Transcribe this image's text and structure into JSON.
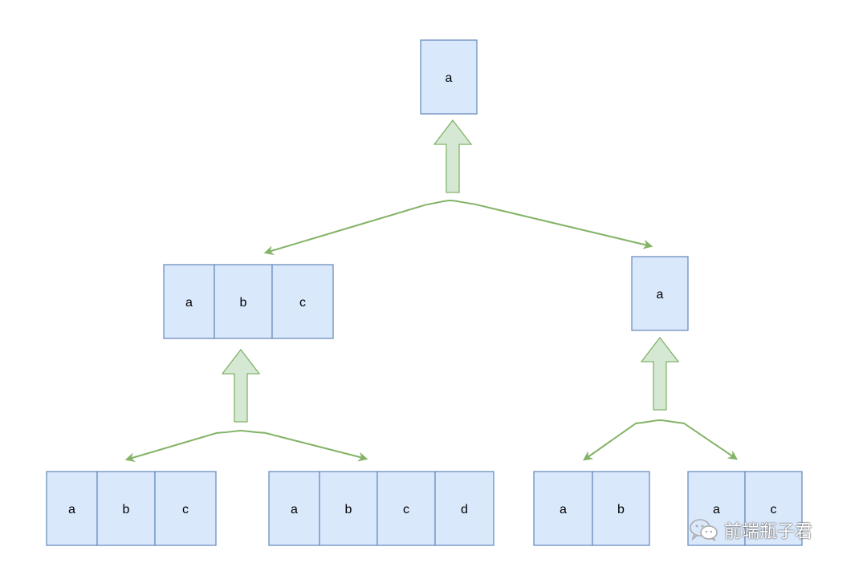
{
  "colors": {
    "box_fill": "#dae8fc",
    "box_stroke": "#6c8ebf",
    "arrow_fill": "#d5e8d4",
    "arrow_stroke": "#82b366"
  },
  "diagram": {
    "nodes": [
      {
        "id": "root",
        "cells": [
          "a"
        ]
      },
      {
        "id": "left-merged",
        "cells": [
          "a",
          "b",
          "c"
        ]
      },
      {
        "id": "right-merged",
        "cells": [
          "a"
        ]
      },
      {
        "id": "leaf-1",
        "cells": [
          "a",
          "b",
          "c"
        ]
      },
      {
        "id": "leaf-2",
        "cells": [
          "a",
          "b",
          "c",
          "d"
        ]
      },
      {
        "id": "leaf-3",
        "cells": [
          "a",
          "b"
        ]
      },
      {
        "id": "leaf-4",
        "cells": [
          "a",
          "c"
        ]
      }
    ],
    "edges": [
      {
        "from": "root",
        "to": "left-merged"
      },
      {
        "from": "root",
        "to": "right-merged"
      },
      {
        "from": "left-merged",
        "to": "leaf-1"
      },
      {
        "from": "left-merged",
        "to": "leaf-2"
      },
      {
        "from": "right-merged",
        "to": "leaf-3"
      },
      {
        "from": "right-merged",
        "to": "leaf-4"
      }
    ],
    "merge_arrow_direction": "up"
  },
  "watermark": {
    "icon": "wechat-icon",
    "text": "前端瓶子君"
  }
}
